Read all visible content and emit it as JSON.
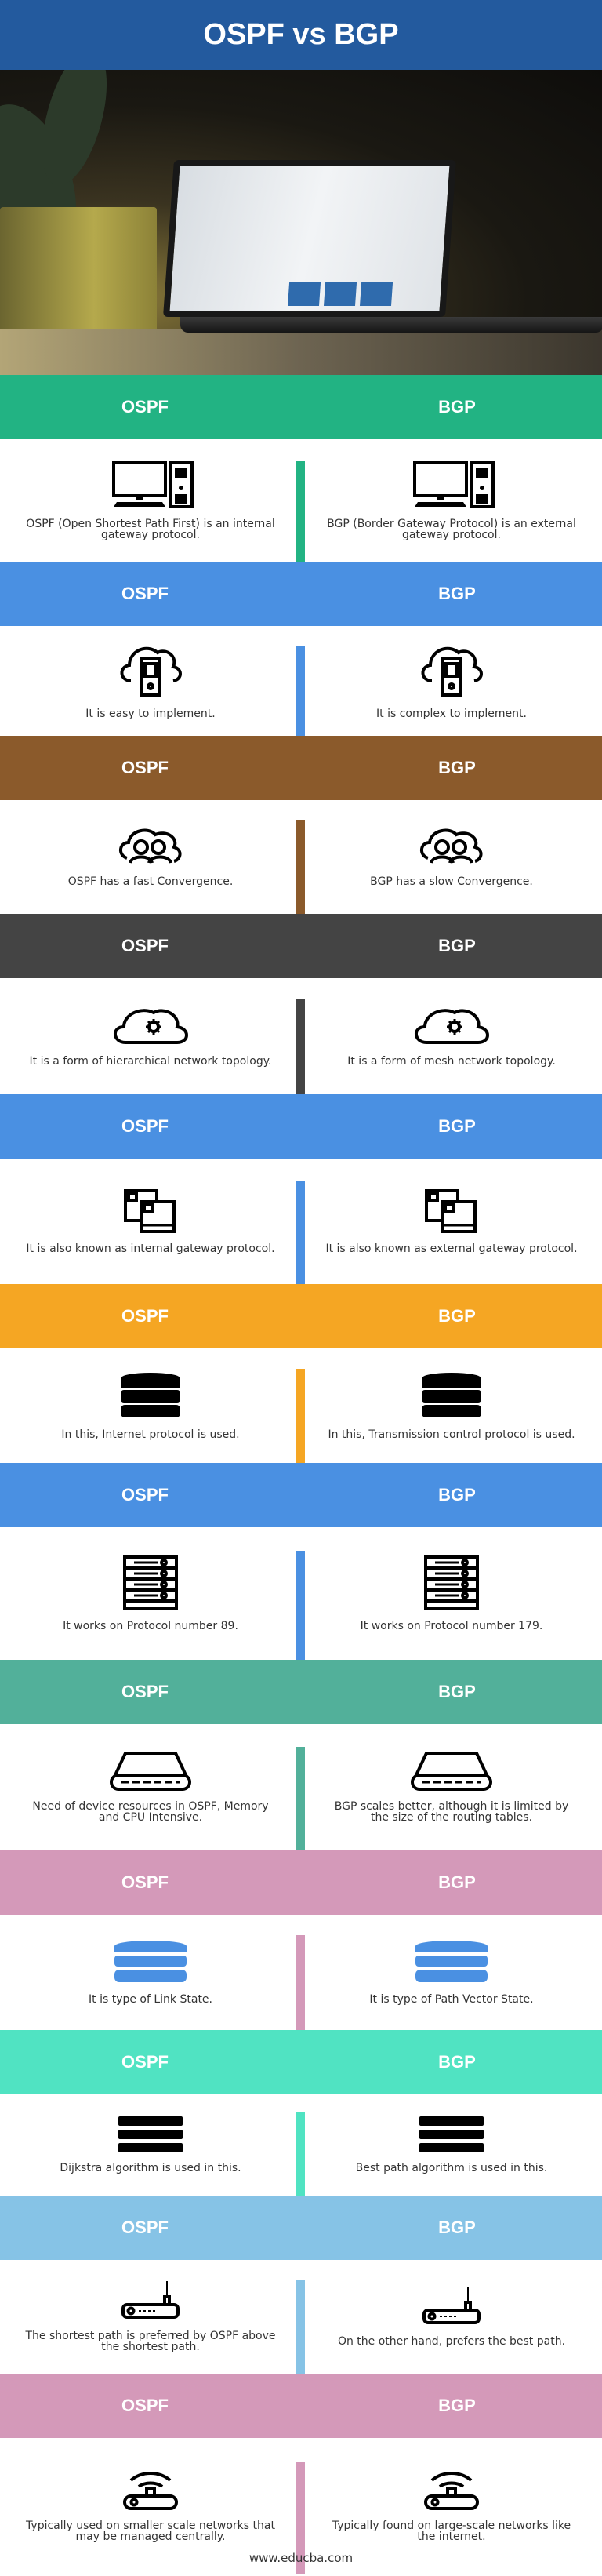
{
  "title": "OSPF vs BGP",
  "footer": "www.educba.com",
  "column_labels": {
    "left": "OSPF",
    "right": "BGP"
  },
  "rows": [
    {
      "color": "#22b383",
      "icon": "desktop-computer-icon",
      "left": "OSPF (Open Shortest Path First) is an internal gateway protocol.",
      "right": "BGP (Border Gateway Protocol) is an external gateway protocol."
    },
    {
      "color": "#4a90e2",
      "icon": "cloud-device-icon",
      "left": "It is easy to implement.",
      "right": "It is complex to implement."
    },
    {
      "color": "#8b5a2b",
      "icon": "cloud-users-icon",
      "left": "OSPF has a fast Convergence.",
      "right": "BGP has a slow Convergence."
    },
    {
      "color": "#444444",
      "icon": "cloud-gear-icon",
      "left": "It is a form of hierarchical network topology.",
      "right": "It is a form of mesh network topology."
    },
    {
      "color": "#4a90e2",
      "icon": "documents-icon",
      "left": "It is also known as internal gateway protocol.",
      "right": "It is also known as external gateway protocol."
    },
    {
      "color": "#f5a623",
      "icon": "database-icon",
      "left": "In this, Internet protocol is used.",
      "right": "In this, Transmission control protocol is used."
    },
    {
      "color": "#4a90e2",
      "icon": "server-rack-icon",
      "left": "It works on Protocol number 89.",
      "right": "It works on Protocol number 179."
    },
    {
      "color": "#52b09a",
      "icon": "hard-drive-icon",
      "left": "Need of device resources in OSPF, Memory and CPU Intensive.",
      "right": "BGP scales better, although it is limited by the size of the routing tables."
    },
    {
      "color": "#d499b9",
      "icon": "blue-database-icon",
      "left": "It is type of Link State.",
      "right": "It is type of Path Vector State."
    },
    {
      "color": "#50e3c2",
      "icon": "stack-bars-icon",
      "left": "Dijkstra algorithm is used in this.",
      "right": "Best path algorithm is used in this."
    },
    {
      "color": "#86c3e6",
      "icon": "router-antenna-icon",
      "left": "The shortest path is preferred by OSPF above the shortest path.",
      "right": "On the other hand, prefers the best path."
    },
    {
      "color": "#d499b9",
      "icon": "wifi-router-icon",
      "left": "Typically used on smaller scale networks that may be managed centrally.",
      "right": "Typically found on large-scale networks like the internet."
    }
  ]
}
